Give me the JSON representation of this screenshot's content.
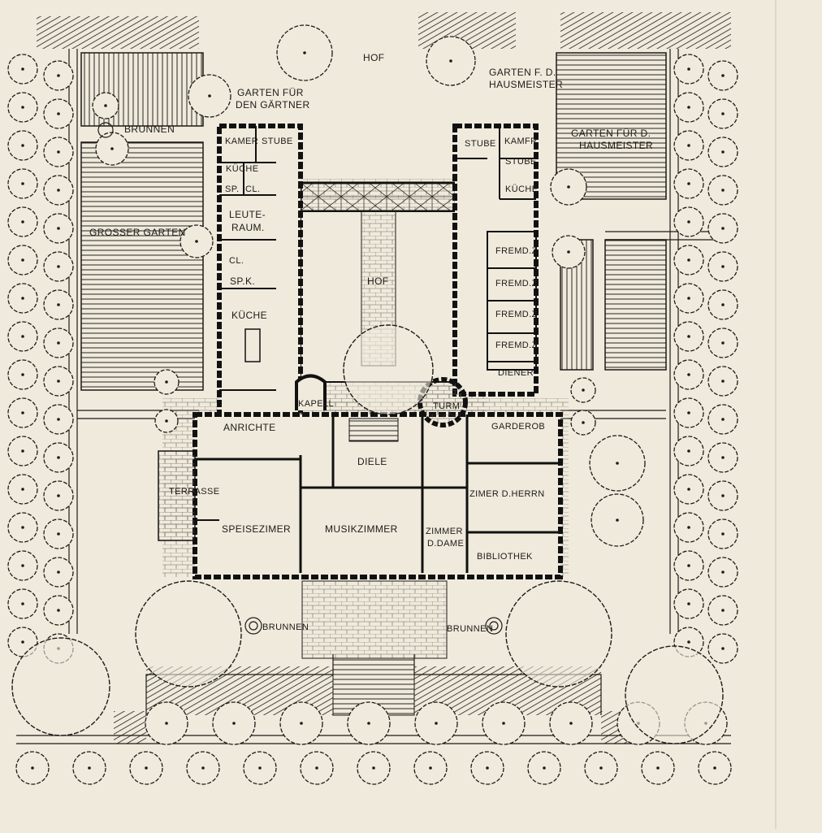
{
  "plan": {
    "colors": {
      "paper": "#efeadc",
      "ink": "#1d1b17",
      "wall": "#111111"
    },
    "labels": {
      "hof_north": "HOF",
      "garten_gaertner_1": "GARTEN FÜR",
      "garten_gaertner_2": "DEN GÄRTNER",
      "garten_hausmeister_top_1": "GARTEN F. D.",
      "garten_hausmeister_top_2": "HAUSMEISTER",
      "garten_hausmeister_right_1": "GARTEN FÜR D.",
      "garten_hausmeister_right_2": "HAUSMEISTER",
      "brunnen_nw": "BRUNNEN",
      "grosser_garten": "GROSSER GARTEN",
      "kammer_left": "KAMER",
      "stube_left": "STUBE",
      "kueche_small": "KÜCHE",
      "sp": "SP.",
      "cl_small": "CL.",
      "leuteraum_1": "LEUTE-",
      "leuteraum_2": "RAUM.",
      "cl_2": "CL.",
      "spk": "SP.K.",
      "kueche_main": "KÜCHE",
      "hof_center": "HOF",
      "stube_right": "STUBE",
      "kammer_right": "KAMFR",
      "stube_right_2": "STUBE",
      "kueche_right": "KÜCHE",
      "fremdz_1": "FREMD.Z",
      "fremdz_2": "FREMD.Z",
      "fremdz_3": "FREMD.Z",
      "fremdz_4": "FREMD.Z",
      "diener": "DIENER",
      "kapelle": "KAPELL",
      "turm": "TURM",
      "garderobe": "GARDEROB",
      "anrichte": "ANRICHTE",
      "diele": "DIELE",
      "terrasse": "TERRASSE",
      "zimmer_herrn": "ZIMER D.HERRN",
      "speisezimmer": "SPEISEZIMER",
      "musikzimmer": "MUSIKZIMMER",
      "zimmer_dame_1": "ZIMMER",
      "zimmer_dame_2": "D.DAME",
      "bibliothek": "BIBLIOTHEK",
      "brunnen_sw": "BRUNNEN",
      "brunnen_se": "BRUNNEN"
    }
  }
}
